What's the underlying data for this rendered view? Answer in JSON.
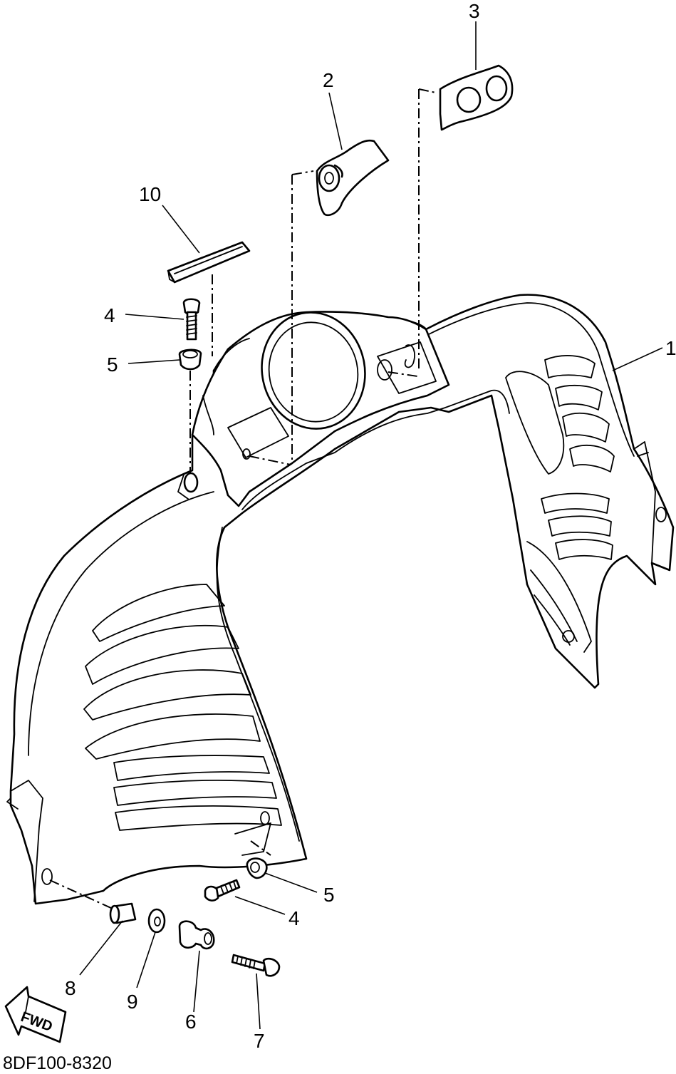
{
  "diagram": {
    "drawing_code": "8DF100-8320",
    "direction_marker": "FWD",
    "callouts": [
      {
        "ref": "1",
        "label": "1"
      },
      {
        "ref": "2",
        "label": "2"
      },
      {
        "ref": "3",
        "label": "3"
      },
      {
        "ref": "4a",
        "label": "4"
      },
      {
        "ref": "4b",
        "label": "4"
      },
      {
        "ref": "5a",
        "label": "5"
      },
      {
        "ref": "5b",
        "label": "5"
      },
      {
        "ref": "6",
        "label": "6"
      },
      {
        "ref": "7",
        "label": "7"
      },
      {
        "ref": "8",
        "label": "8"
      },
      {
        "ref": "9",
        "label": "9"
      },
      {
        "ref": "10",
        "label": "10"
      }
    ]
  }
}
